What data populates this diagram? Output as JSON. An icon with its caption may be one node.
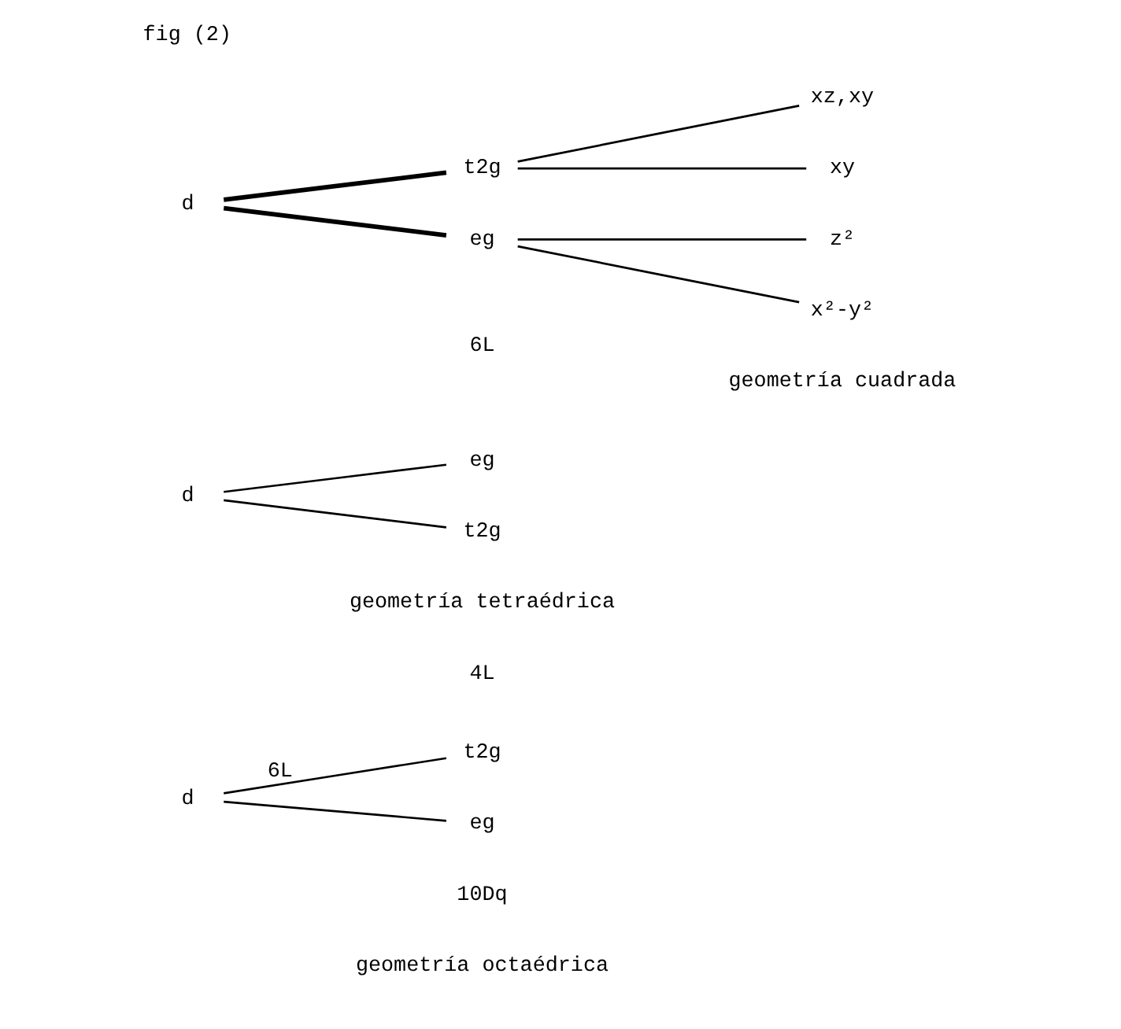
{
  "diagram": {
    "title": "fig (2)",
    "nodes": [
      {
        "text": [
          "d"
        ]
      },
      {
        "text": [
          "eg"
        ]
      },
      {
        "text": [
          "t2g"
        ]
      },
      {
        "text": [
          "d"
        ]
      },
      {
        "text": [
          "t2g"
        ]
      },
      {
        "text": [
          "eg"
        ]
      },
      {
        "text": [
          "d"
        ]
      },
      {
        "text": [
          "eg"
        ]
      },
      {
        "text": [
          "t2g"
        ]
      },
      {
        "text": [
          "x²-y²"
        ]
      },
      {
        "text": [
          "z²"
        ]
      },
      {
        "text": [
          "xy"
        ]
      },
      {
        "text": [
          "xz,xy"
        ]
      }
    ],
    "edges": [
      {
        "from": 0,
        "to": 1,
        "arrow": "none"
      },
      {
        "from": 0,
        "to": 2,
        "arrow": "none",
        "label": "6L"
      },
      {
        "from": 3,
        "to": 4,
        "arrow": "none"
      },
      {
        "from": 3,
        "to": 5,
        "arrow": "none"
      },
      {
        "from": 6,
        "to": 7,
        "arrow": "none",
        "style": "thick"
      },
      {
        "from": 6,
        "to": 8,
        "arrow": "none",
        "style": "thick"
      },
      {
        "from": 7,
        "to": 9,
        "arrow": "none"
      },
      {
        "from": 7,
        "to": 10,
        "arrow": "none"
      },
      {
        "from": 8,
        "to": 11,
        "arrow": "none"
      },
      {
        "from": 8,
        "to": 12,
        "arrow": "none"
      }
    ],
    "labels": [
      "10Dq",
      "geometría octaédrica",
      "geometría tetraédrica",
      "4L",
      "geometría cuadrada",
      "6L"
    ]
  }
}
